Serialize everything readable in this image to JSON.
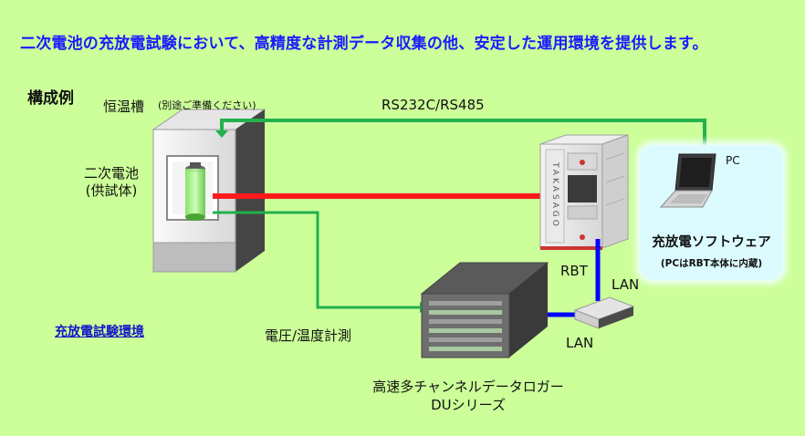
{
  "headline": "二次電池の充放電試験において、高精度な計測データ収集の他、安定した運用環境を提供します。",
  "section_title": "構成例",
  "chamber": {
    "label": "恒温槽",
    "note": "(別途ご準備ください)"
  },
  "battery": {
    "label_line1": "二次電池",
    "label_line2": "(供試体)"
  },
  "links": {
    "serial": "RS232C/RS485",
    "measure": "電圧/温度計測",
    "lan_upper": "LAN",
    "lan_lower": "LAN"
  },
  "rbt": {
    "label": "RBT",
    "brand": "TAKASAGO"
  },
  "pc": {
    "label": "PC",
    "software": "充放電ソフトウェア",
    "software_note": "(PCはRBT本体に内蔵)"
  },
  "logger": {
    "label_line1": "高速多チャンネルデータロガー",
    "label_line2": "DUシリーズ"
  },
  "env_link": "充放電試験環境",
  "colors": {
    "background": "#ccff99",
    "headline": "#1a1aff",
    "serial_line": "#22b14c",
    "power_line": "#ff1a1a",
    "lan_line": "#0000ff",
    "pc_panel": "#dcfbff"
  }
}
